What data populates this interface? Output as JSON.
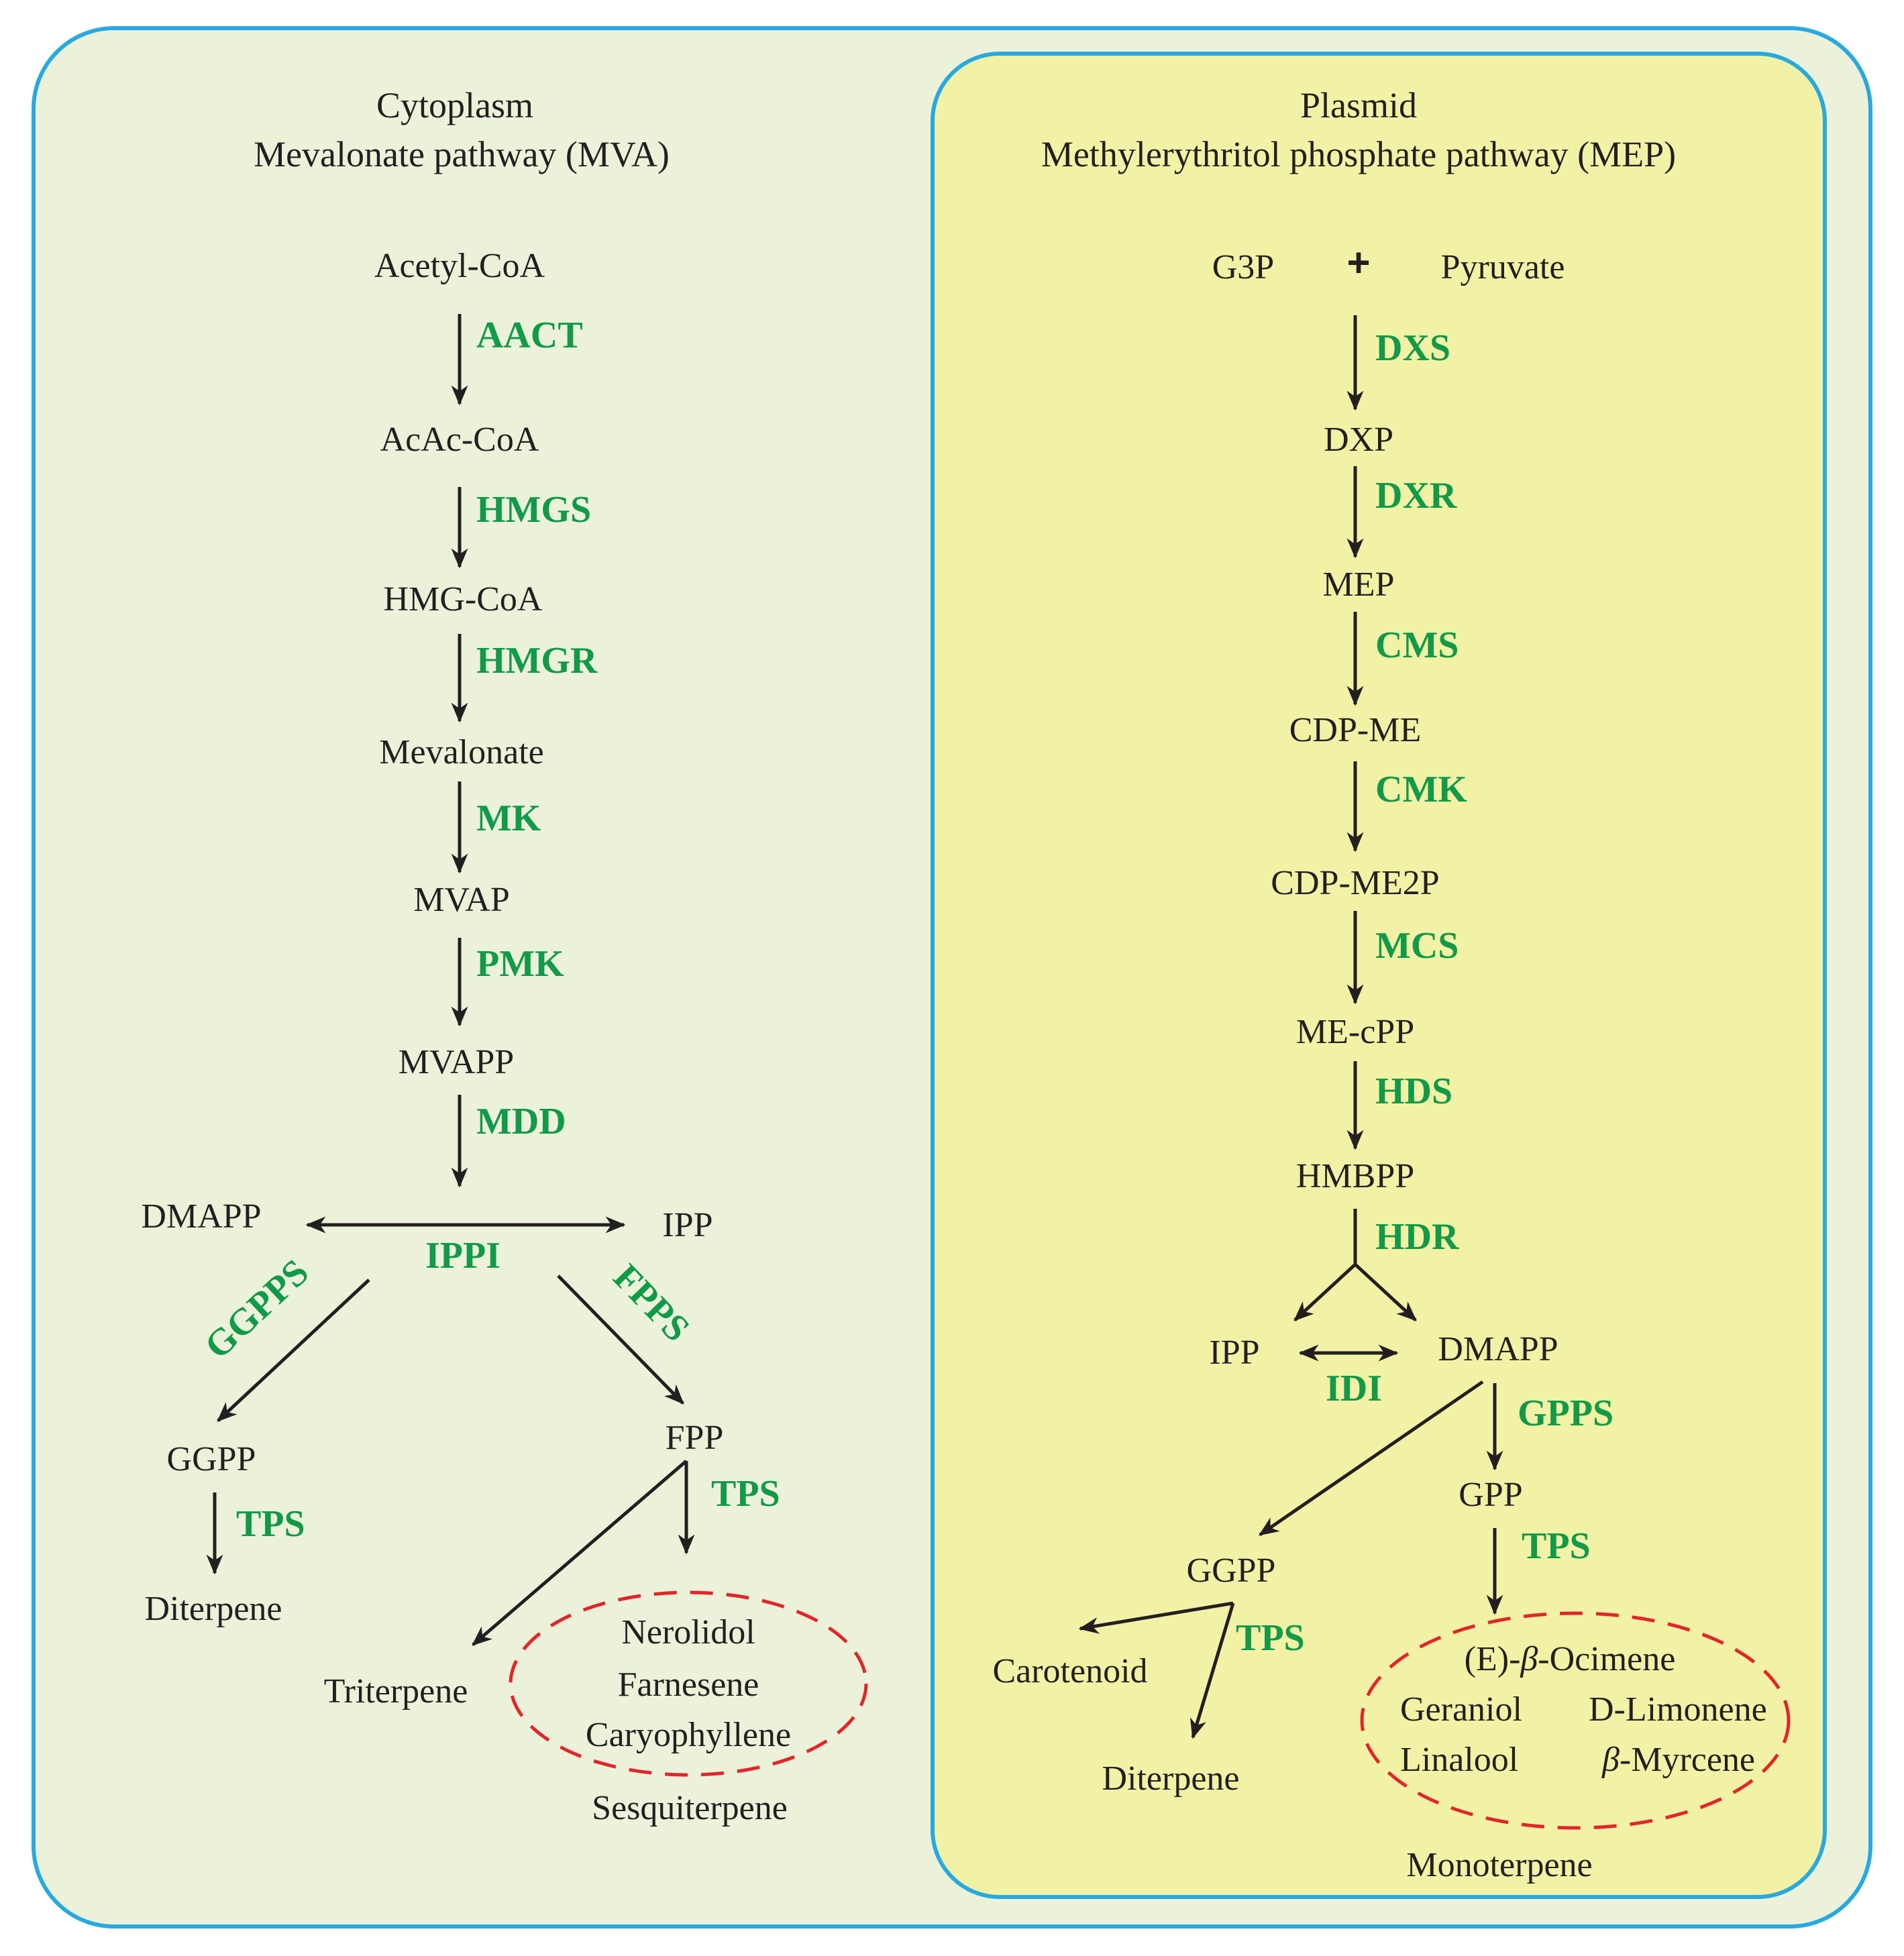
{
  "colors": {
    "outer_bg": "#ecf2da",
    "inner_bg": "#f2f2a6",
    "frame": "#27a9e1",
    "enzyme": "#119a48",
    "text": "#231f20",
    "highlight_ellipse": "#e5242a"
  },
  "mva": {
    "compartment": "Cytoplasm",
    "pathway": "Mevalonate pathway (MVA)",
    "nodes": {
      "acetyl_coa": "Acetyl-CoA",
      "acac_coa": "AcAc-CoA",
      "hmg_coa": "HMG-CoA",
      "mevalonate": "Mevalonate",
      "mvap": "MVAP",
      "mvapp": "MVAPP",
      "dmapp": "DMAPP",
      "ipp": "IPP",
      "ggpp": "GGPP",
      "fpp": "FPP",
      "diterpene": "Diterpene",
      "triterpene": "Triterpene"
    },
    "enzymes": {
      "aact": "AACT",
      "hmgs": "HMGS",
      "hmgr": "HMGR",
      "mk": "MK",
      "pmk": "PMK",
      "mdd": "MDD",
      "ippi": "IPPI",
      "ggpps": "GGPPS",
      "fpps": "FPPS",
      "tps_ggpp": "TPS",
      "tps_fpp": "TPS"
    },
    "sesquiterpenes": [
      "Nerolidol",
      "Farnesene",
      "Caryophyllene"
    ],
    "sesquiterpene_label": "Sesquiterpene"
  },
  "mep": {
    "compartment": "Plasmid",
    "pathway": "Methylerythritol phosphate pathway (MEP)",
    "nodes": {
      "g3p": "G3P",
      "plus": "+",
      "pyruvate": "Pyruvate",
      "dxp": "DXP",
      "mep": "MEP",
      "cdp_me": "CDP-ME",
      "cdp_me2p": "CDP-ME2P",
      "me_cpp": "ME-cPP",
      "hmbpp": "HMBPP",
      "ipp": "IPP",
      "dmapp": "DMAPP",
      "gpp": "GPP",
      "ggpp": "GGPP",
      "carotenoid": "Carotenoid",
      "diterpene": "Diterpene"
    },
    "enzymes": {
      "dxs": "DXS",
      "dxr": "DXR",
      "cms": "CMS",
      "cmk": "CMK",
      "mcs": "MCS",
      "hds": "HDS",
      "hdr": "HDR",
      "idi": "IDI",
      "gpps": "GPPS",
      "tps_gpp": "TPS",
      "tps_ggpp": "TPS"
    },
    "monoterpenes": {
      "ocimene_prefix": "(E)-",
      "ocimene_greek": "β",
      "ocimene_suffix": "-Ocimene",
      "geraniol": "Geraniol",
      "limonene": "D-Limonene",
      "linalool": "Linalool",
      "myrcene_greek": "β",
      "myrcene_suffix": "-Myrcene"
    },
    "monoterpene_label": "Monoterpene"
  }
}
